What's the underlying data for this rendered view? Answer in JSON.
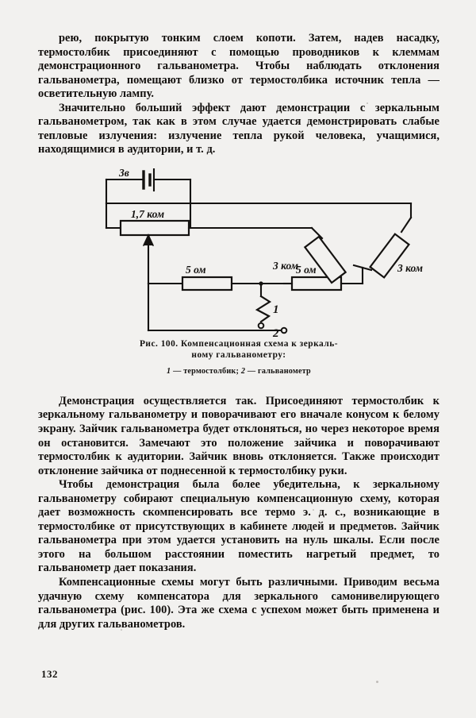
{
  "document": {
    "page_number": "132",
    "language": "ru"
  },
  "paragraphs": {
    "p1": "рею, покрытую тонким слоем копоти. Затем, надев насадку, термостолбик присоединяют с помощью проводников к клеммам демонстрационного гальванометра. Чтобы наблюдать отклонения гальванометра, помещают близко от термостолбика источник тепла — осветительную лампу.",
    "p2": "Значительно больший эффект дают демонстрации с зеркальным гальванометром, так как в этом случае удается демонстрировать слабые тепловые излучения: излучение тепла рукой человека, учащимися, находящимися в аудитории, и т. д.",
    "p3": "Демонстрация осуществляется так. Присоединяют термостолбик к зеркальному гальванометру и поворачивают его вначале конусом к белому экрану. Зайчик гальванометра будет отклоняться, но через некоторое время он остановится. Замечают это положение зайчика и поворачивают термостолбик к аудитории. Зайчик вновь отклоняется. Также происходит отклонение зайчика от поднесенной к термостолбику руки.",
    "p4": "Чтобы демонстрация была более убедительна, к зеркальному гальванометру собирают специальную компенсационную схему, которая дает возможность скомпенсировать все термо э. д. с., возникающие в термостолбике от присутствующих в кабинете людей и предметов. Зайчик гальванометра при этом удается установить на нуль шкалы. Если после этого на большом расстоянии поместить нагретый предмет, то гальванометр дает показания.",
    "p5": "Компенсационные схемы могут быть различными. Приводим весьма удачную схему компенсатора для зеркального самонивелирующего гальванометра (рис. 100). Эта же схема с успехом может быть применена и для других гальванометров."
  },
  "figure": {
    "caption_line1": "Рис. 100. Компенсационная схема к зеркаль-",
    "caption_line2": "ному гальванометру:",
    "legend_item1_index": "1",
    "legend_item1_text": "— термостолбик;",
    "legend_item2_index": "2",
    "legend_item2_text": "— гальванометр",
    "labels": {
      "battery": "3в",
      "potentiometer": "1,7 ком",
      "resistor_left_5ohm": "5 ом",
      "resistor_right_5ohm": "5 ом",
      "resistor_left_3kohm": "3 ком",
      "resistor_right_3kohm": "3 ком",
      "thermopile_marker": "1",
      "galvanometer_marker": "2"
    },
    "colors": {
      "ink": "#141210",
      "paper": "#f2f1ef"
    }
  }
}
